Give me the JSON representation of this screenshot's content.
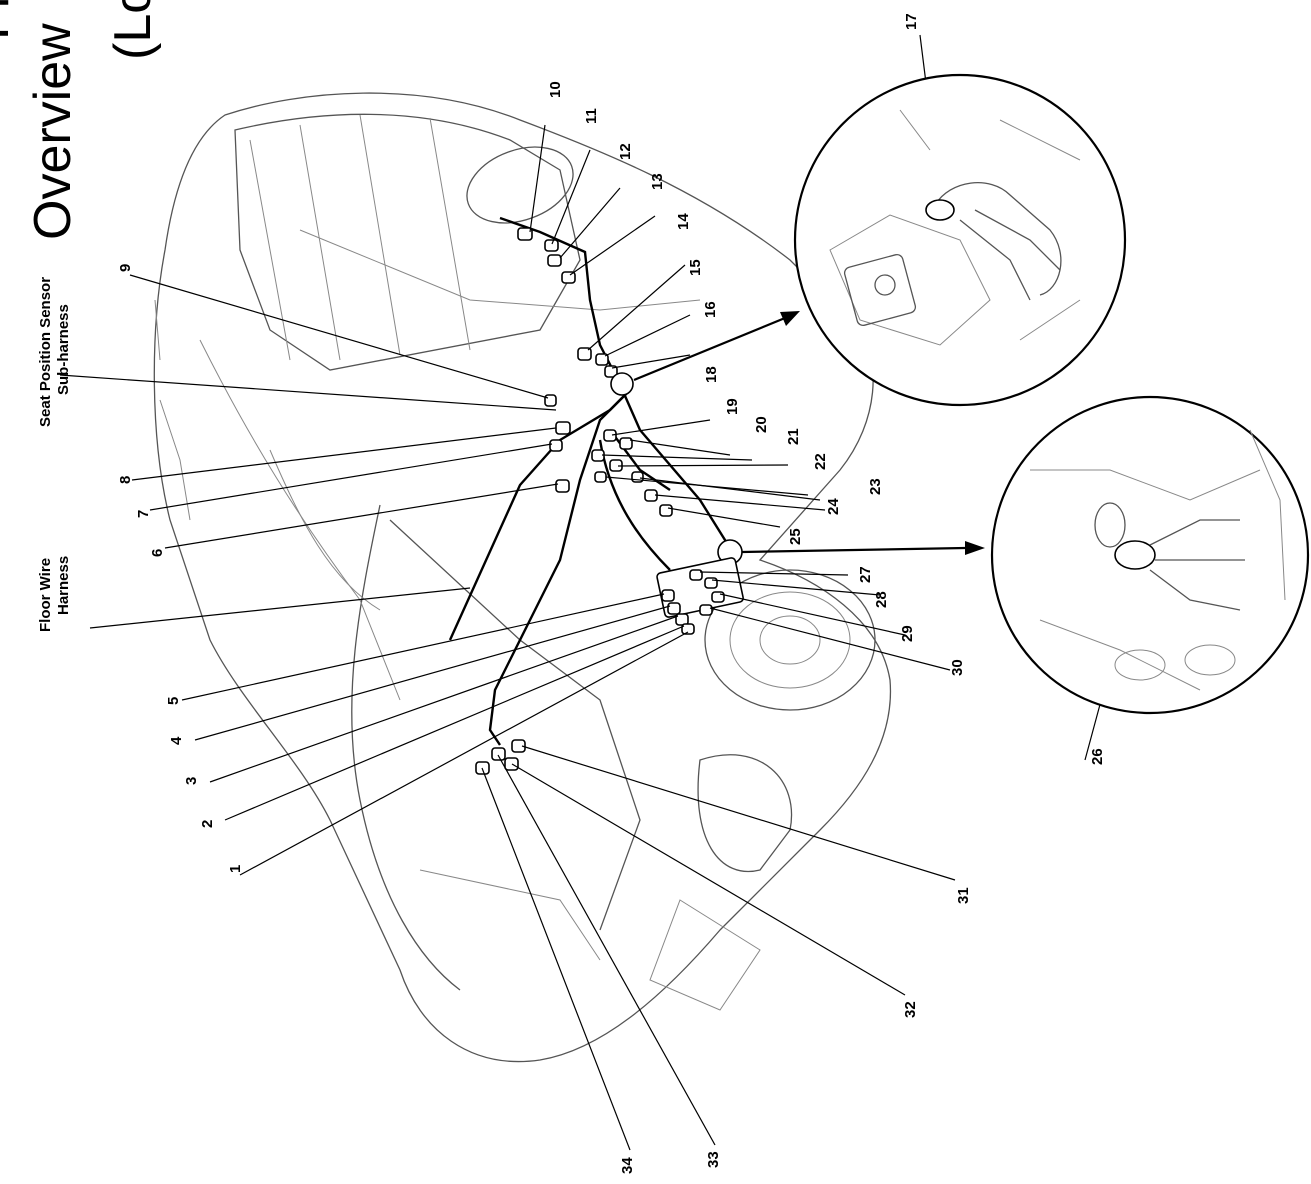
{
  "title": {
    "line1": "Fl",
    "line2": "Overview",
    "line3": "(Lo"
  },
  "harness_labels": {
    "seat_position_sensor": [
      "Seat Position Sensor",
      "Sub-harness"
    ],
    "floor_wire": [
      "Floor Wire",
      "Harness"
    ]
  },
  "callouts": [
    "1",
    "2",
    "3",
    "4",
    "5",
    "6",
    "7",
    "8",
    "9",
    "10",
    "11",
    "12",
    "13",
    "14",
    "15",
    "16",
    "17",
    "18",
    "19",
    "20",
    "21",
    "22",
    "23",
    "24",
    "25",
    "26",
    "27",
    "28",
    "29",
    "30",
    "31",
    "32",
    "33",
    "34"
  ]
}
